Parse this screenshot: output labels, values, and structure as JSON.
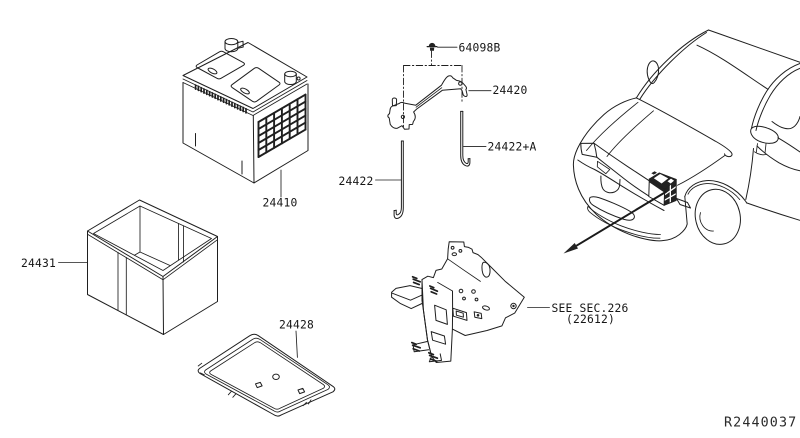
{
  "figure": {
    "drawing_number": "R2440037",
    "background": "#ffffff",
    "line_color": "#1f1f1f"
  },
  "callouts": {
    "battery": "24410",
    "battery_insulator": "24431",
    "battery_tray": "24428",
    "rod_left": "24422",
    "rod_right": "24422+A",
    "hold_down_bracket": "24420",
    "nut": "64098B",
    "support_ref": "SEE SEC.226",
    "support_ref_sub": "(22612)"
  }
}
